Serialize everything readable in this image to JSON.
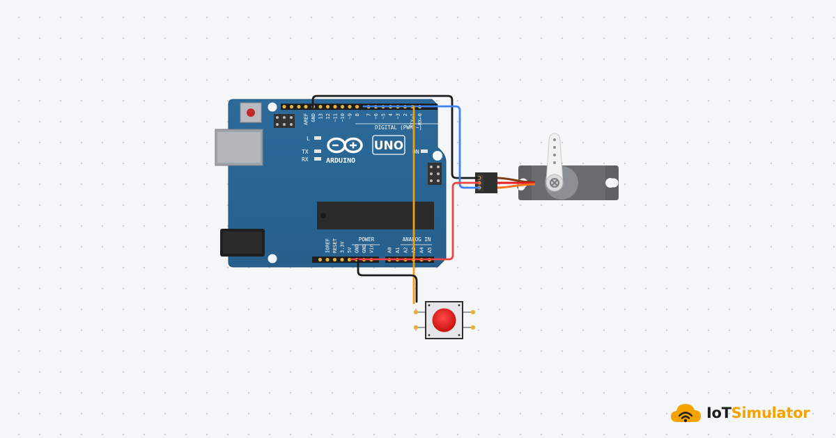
{
  "board": {
    "model": "UNO",
    "brand": "ARDUINO",
    "header_digital": "DIGITAL (PWM ~)",
    "header_power": "POWER",
    "header_analog": "ANALOG IN",
    "led_l": "L",
    "led_tx": "TX",
    "led_rx": "RX",
    "led_on": "ON",
    "digital_pins": [
      "AREF",
      "GND",
      "13",
      "12",
      "~11",
      "~10",
      "~9",
      "8",
      "7",
      "~6",
      "~5",
      "4",
      "~3",
      "2",
      "TX→1",
      "RX←0"
    ],
    "power_pins": [
      "IOREF",
      "RESET",
      "3.3V",
      "5V",
      "GND",
      "GND",
      "Vin"
    ],
    "analog_pins": [
      "A0",
      "A1",
      "A2",
      "A3",
      "A4",
      "A5"
    ]
  },
  "components": {
    "servo": "servo-motor",
    "button": "pushbutton"
  },
  "wires": {
    "colors": {
      "black": "#1b1b1b",
      "blue": "#3b82f6",
      "red": "#ef4444",
      "orange": "#f59e0b",
      "servo_signal": "#f97316",
      "servo_power": "#e11d1d",
      "servo_ground": "#7a3a12"
    }
  },
  "logo": {
    "part1": "IoT",
    "part2": "Simulator",
    "accent": "#f5a300"
  }
}
